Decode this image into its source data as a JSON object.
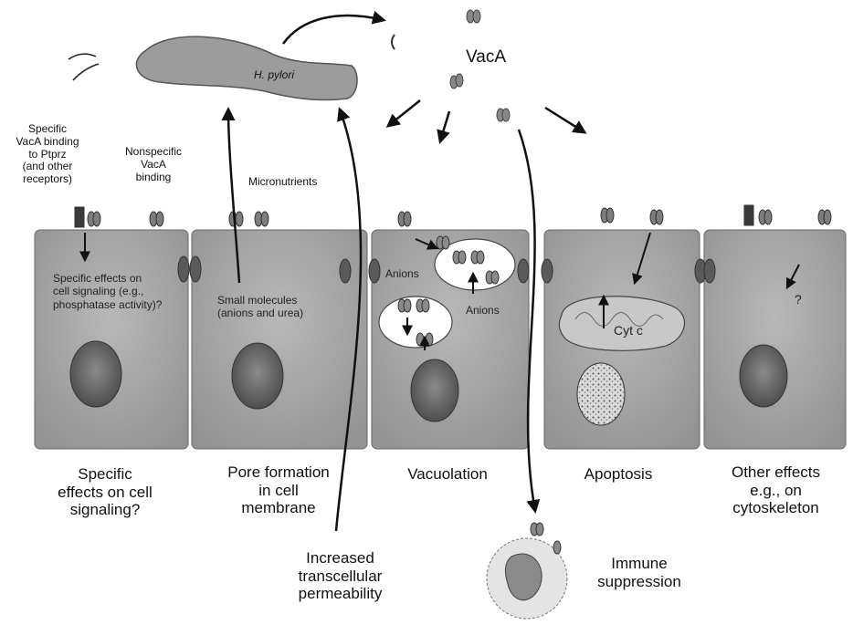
{
  "toxin": {
    "name": "VacA"
  },
  "bacterium": {
    "label": "H. pylori"
  },
  "annotations": {
    "specific_binding": "Specific\nVacA binding\nto Ptprz\n(and other\nreceptors)",
    "nonspecific_binding": "Nonspecific\nVacA\nbinding",
    "micronutrients": "Micronutrients",
    "specific_effects_inner": "Specific effects on\ncell signaling (e.g.,\nphosphatase activity)?",
    "small_molecules": "Small molecules\n(anions and urea)",
    "anions_1": "Anions",
    "anions_2": "Anions",
    "cyt_c": "Cyt c",
    "question": "?"
  },
  "effects": [
    {
      "id": "signaling",
      "label": "Specific\neffects on cell\nsignaling?"
    },
    {
      "id": "pore",
      "label": "Pore formation\nin cell\nmembrane"
    },
    {
      "id": "vacuolation",
      "label": "Vacuolation"
    },
    {
      "id": "apoptosis",
      "label": "Apoptosis"
    },
    {
      "id": "other",
      "label": "Other effects\ne.g., on\ncytoskeleton"
    }
  ],
  "bottom": {
    "permeability": "Increased\ntranscellular\npermeability",
    "immune": "Immune\nsuppression"
  }
}
